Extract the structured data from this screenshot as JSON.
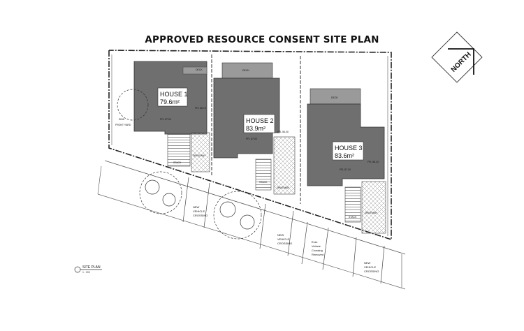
{
  "title": "APPROVED RESOURCE CONSENT SITE PLAN",
  "north_label": "NORTH",
  "houses": [
    {
      "name": "HOUSE 1",
      "area": "79.6m²"
    },
    {
      "name": "HOUSE 2",
      "area": "83.9m²"
    },
    {
      "name": "HOUSE 3",
      "area": "83.6m²"
    }
  ],
  "labels": {
    "deck": "DECK",
    "driveway": "DRIVEWAY",
    "stack": "STACK",
    "front_yard": "FRONT YARD",
    "sink": "SINK",
    "ffl_1a": "FFL 56.70",
    "ffl_1b": "FFL 57.00",
    "ffl_2a": "FFL 56.40",
    "ffl_2b": "FFL 57.00",
    "ffl_3a": "FFL 56.10",
    "ffl_3b": "FFL 57.10",
    "new_crossing_1": [
      "NEW",
      "VEHICLE",
      "CROSSING"
    ],
    "new_crossing_2": [
      "NEW",
      "VEHICLE",
      "CROSSING"
    ],
    "new_crossing_3": [
      "NEW",
      "VEHICLE",
      "CROSSING"
    ],
    "existing_crossing": [
      "Exst.",
      "Vehicle",
      "Crossing",
      "Removed"
    ],
    "site_plan": "SITE PLAN",
    "scale": "1 : 200"
  }
}
